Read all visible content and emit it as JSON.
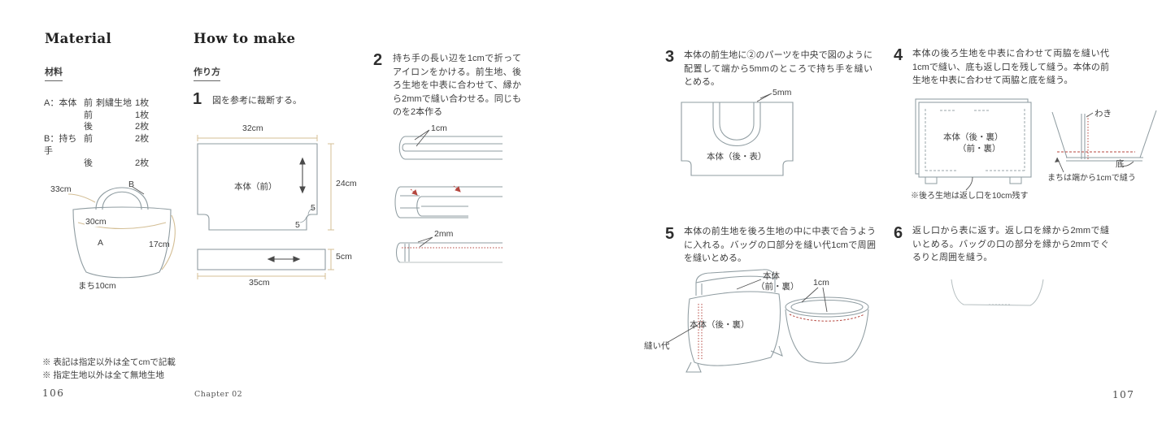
{
  "colors": {
    "text": "#3d3d3d",
    "diagram_outline": "#8f9ca1",
    "dimension_tan": "#d4bf96",
    "stitch_red": "#b5463e"
  },
  "footer": {
    "left_page": "106",
    "chapter": "Chapter 02",
    "right_page": "107"
  },
  "material": {
    "heading": "Material",
    "heading_jp": "材料",
    "items": [
      {
        "part": "A：本体",
        "sub": "前",
        "fabric": "刺繍生地",
        "qty": "1枚"
      },
      {
        "part": "",
        "sub": "前",
        "fabric": "",
        "qty": "1枚"
      },
      {
        "part": "",
        "sub": "後",
        "fabric": "",
        "qty": "2枚"
      },
      {
        "part": "B：持ち手",
        "sub": "前",
        "fabric": "",
        "qty": "2枚"
      },
      {
        "part": "",
        "sub": "後",
        "fabric": "",
        "qty": "2枚"
      }
    ],
    "notes": [
      "※ 表記は指定以外は全てcmで記載",
      "※ 指定生地以外は全て無地生地"
    ],
    "bag": {
      "handle_len": "33cm",
      "label_b": "B",
      "opening": "30cm",
      "label_a": "A",
      "height": "17cm",
      "gusset": "まち10cm"
    }
  },
  "howto": {
    "heading": "How to make",
    "heading_jp": "作り方",
    "steps": [
      {
        "num": "1",
        "text": "図を参考に裁断する。"
      },
      {
        "num": "2",
        "text": "持ち手の長い辺を1cmで折ってアイロンをかける。前生地、後ろ生地を中表に合わせて、縁から2mmで縫い合わせる。同じものを2本作る"
      },
      {
        "num": "3",
        "text": "本体の前生地に②のパーツを中央で図のように配置して端から5mmのところで持ち手を縫いとめる。"
      },
      {
        "num": "4",
        "text": "本体の後ろ生地を中表に合わせて両脇を縫い代1cmで縫い、底も返し口を残して縫う。本体の前生地を中表に合わせて両脇と底を縫う。"
      },
      {
        "num": "5",
        "text": "本体の前生地を後ろ生地の中に中表で合うように入れる。バッグの口部分を縫い代1cmで周囲を縫いとめる。"
      },
      {
        "num": "6",
        "text": "返し口から表に返す。返し口を縁から2mmで縫いとめる。バッグの口の部分を縁から2mmでぐるりと周囲を縫う。"
      }
    ],
    "d1": {
      "width": "32cm",
      "height": "24cm",
      "part": "本体（前）",
      "notch_w": "5",
      "notch_h": "5",
      "strip_len": "35cm",
      "strip_h": "5cm"
    },
    "d2": {
      "fold": "1cm",
      "stitch": "2mm"
    },
    "d3": {
      "seam": "5mm",
      "part": "本体（後・表）"
    },
    "d4": {
      "part1": "本体（後・裏）",
      "part2": "（前・裏）",
      "note": "※後ろ生地は返し口を10cm残す",
      "side": "わき",
      "bottom": "底",
      "gusset_note": "まちは端から1cmで縫う"
    },
    "d5": {
      "front1": "本体",
      "front2": "（前・裏）",
      "back": "本体（後・裏）",
      "seam": "縫い代",
      "rim": "1cm"
    }
  }
}
